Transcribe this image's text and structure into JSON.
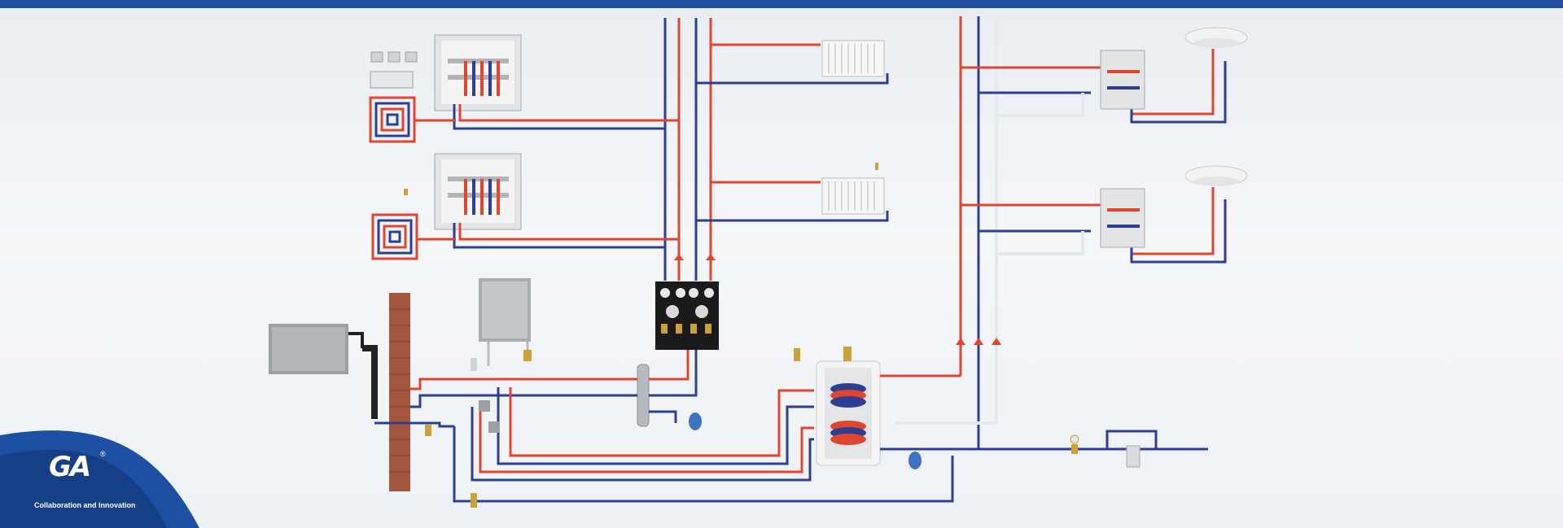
{
  "brand": {
    "logo_text": "GA",
    "registered_mark": "®",
    "tagline": "Collaboration and Innovation"
  },
  "colors": {
    "header_bar": "#1d4fa3",
    "supply_pipe": "#e0452f",
    "return_pipe": "#2e3f93",
    "cold_pipe": "#e6e9ef",
    "logo_swoosh": "#1d4fa3"
  },
  "components": [
    "underfloor-heating-loop",
    "manifold-cabinet",
    "thermostat",
    "radiator",
    "sanitary-manifold",
    "washbasin",
    "heat-pump",
    "chimney",
    "wall-boiler",
    "hydraulic-separator",
    "pump-group",
    "hot-water-storage-tank",
    "expansion-vessel",
    "water-filter"
  ]
}
